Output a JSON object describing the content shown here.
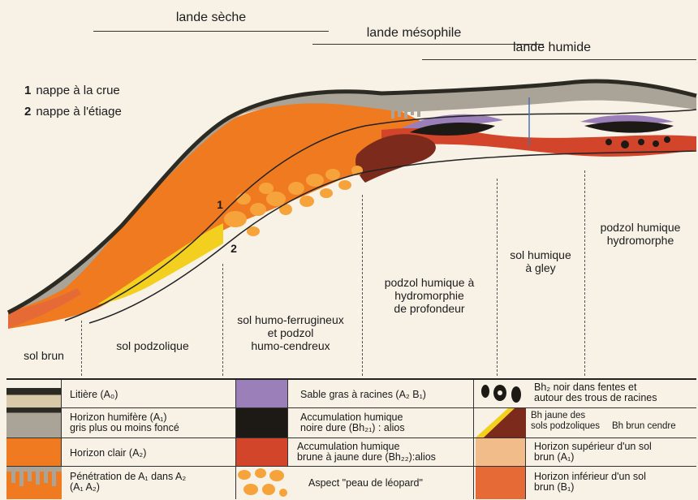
{
  "vegetation": {
    "lande_seche": "lande sèche",
    "lande_mesophile": "lande mésophile",
    "lande_humide": "lande humide"
  },
  "legend_nappe": {
    "n1": "1",
    "n1_label": "nappe à la crue",
    "n2": "2",
    "n2_label": "nappe à l'étiage"
  },
  "profile_marks": {
    "m1": "1",
    "m2": "2"
  },
  "soils": {
    "sol_brun": "sol brun",
    "sol_podzolique": "sol podzolique",
    "sol_humo_1": "sol humo-ferrugineux",
    "sol_humo_2": "et podzol",
    "sol_humo_3": "humo-cendreux",
    "podzol_prof_1": "podzol humique à",
    "podzol_prof_2": "hydromorphie",
    "podzol_prof_3": "de profondeur",
    "gley_1": "sol humique",
    "gley_2": "à gley",
    "hydro_1": "podzol humique",
    "hydro_2": "hydromorphe"
  },
  "legend": {
    "litiere": "Litière (A₀)",
    "humifere_1": "Horizon humifère (A₁)",
    "humifere_2": "gris plus ou moins foncé",
    "clair": "Horizon clair (A₂)",
    "penetration_1": "Pénétration de A₁ dans A₂",
    "penetration_2": "(A₁ A₂)",
    "sable": "Sable gras à racines (A₂ B₁)",
    "accum_noire_1": "Accumulation humique",
    "accum_noire_2": "noire dure (Bh₂₁) : alios",
    "accum_brune_1": "Accumulation humique",
    "accum_brune_2": "brune à jaune dure (Bh₂₂):alios",
    "leopard": "Aspect \"peau de léopard\"",
    "bh2_1": "Bh₂ noir dans fentes et",
    "bh2_2": "autour des trous de racines",
    "bh_jaune_1": "Bh jaune des",
    "bh_jaune_2": "sols podzoliques",
    "bh_brun": "Bh brun cendre",
    "sup_1": "Horizon supérieur d'un sol",
    "sup_2": "brun (A₁)",
    "inf_1": "Horizon inférieur d'un sol",
    "inf_2": "brun (B₁)"
  },
  "colors": {
    "background": "#f7f1e6",
    "litter": "#2b2b24",
    "humus_grey": "#a9a398",
    "clear_orange": "#ef7a1f",
    "deep_red": "#d2452b",
    "yellow": "#f3d020",
    "purple": "#9a7fb9",
    "black_humic": "#1d1a16",
    "brown_humic": "#7b2a1b",
    "leopard": "#f7a33b",
    "brown_upper": "#f2bb8a",
    "brown_lower": "#e56a36"
  }
}
